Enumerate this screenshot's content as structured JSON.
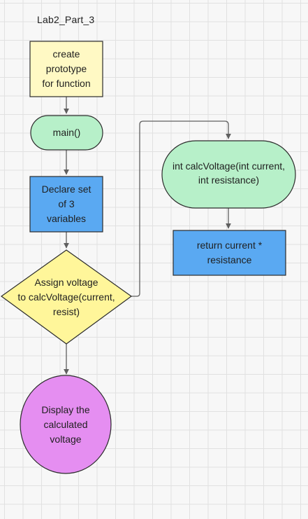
{
  "diagram": {
    "title": "Lab2_Part_3",
    "nodes": [
      {
        "id": "prototype",
        "shape": "rect",
        "fill": "#fff9c4",
        "text": "create\nprototype\nfor function"
      },
      {
        "id": "main",
        "shape": "terminal",
        "fill": "#b7f0c9",
        "text": "main()"
      },
      {
        "id": "declare",
        "shape": "rect",
        "fill": "#5aa9f2",
        "text": "Declare set\nof 3\nvariables"
      },
      {
        "id": "assign",
        "shape": "decision",
        "fill": "#fff69a",
        "text": "Assign voltage\nto calcVoltage(current,\nresist)"
      },
      {
        "id": "display",
        "shape": "ellipse",
        "fill": "#e58ef1",
        "text": "Display the\ncalculated\nvoltage"
      },
      {
        "id": "calc",
        "shape": "terminal",
        "fill": "#b7f0c9",
        "text": "int calcVoltage(int current,\nint resistance)"
      },
      {
        "id": "return",
        "shape": "rect",
        "fill": "#5aa9f2",
        "text": "return current *\nresistance"
      }
    ],
    "edges": [
      {
        "from": "prototype",
        "to": "main"
      },
      {
        "from": "main",
        "to": "declare"
      },
      {
        "from": "declare",
        "to": "assign"
      },
      {
        "from": "assign",
        "to": "display"
      },
      {
        "from": "assign",
        "to": "calc"
      },
      {
        "from": "calc",
        "to": "return"
      }
    ],
    "colors": {
      "stroke": "#2b2b2b",
      "connector": "#5f5f5f"
    }
  }
}
